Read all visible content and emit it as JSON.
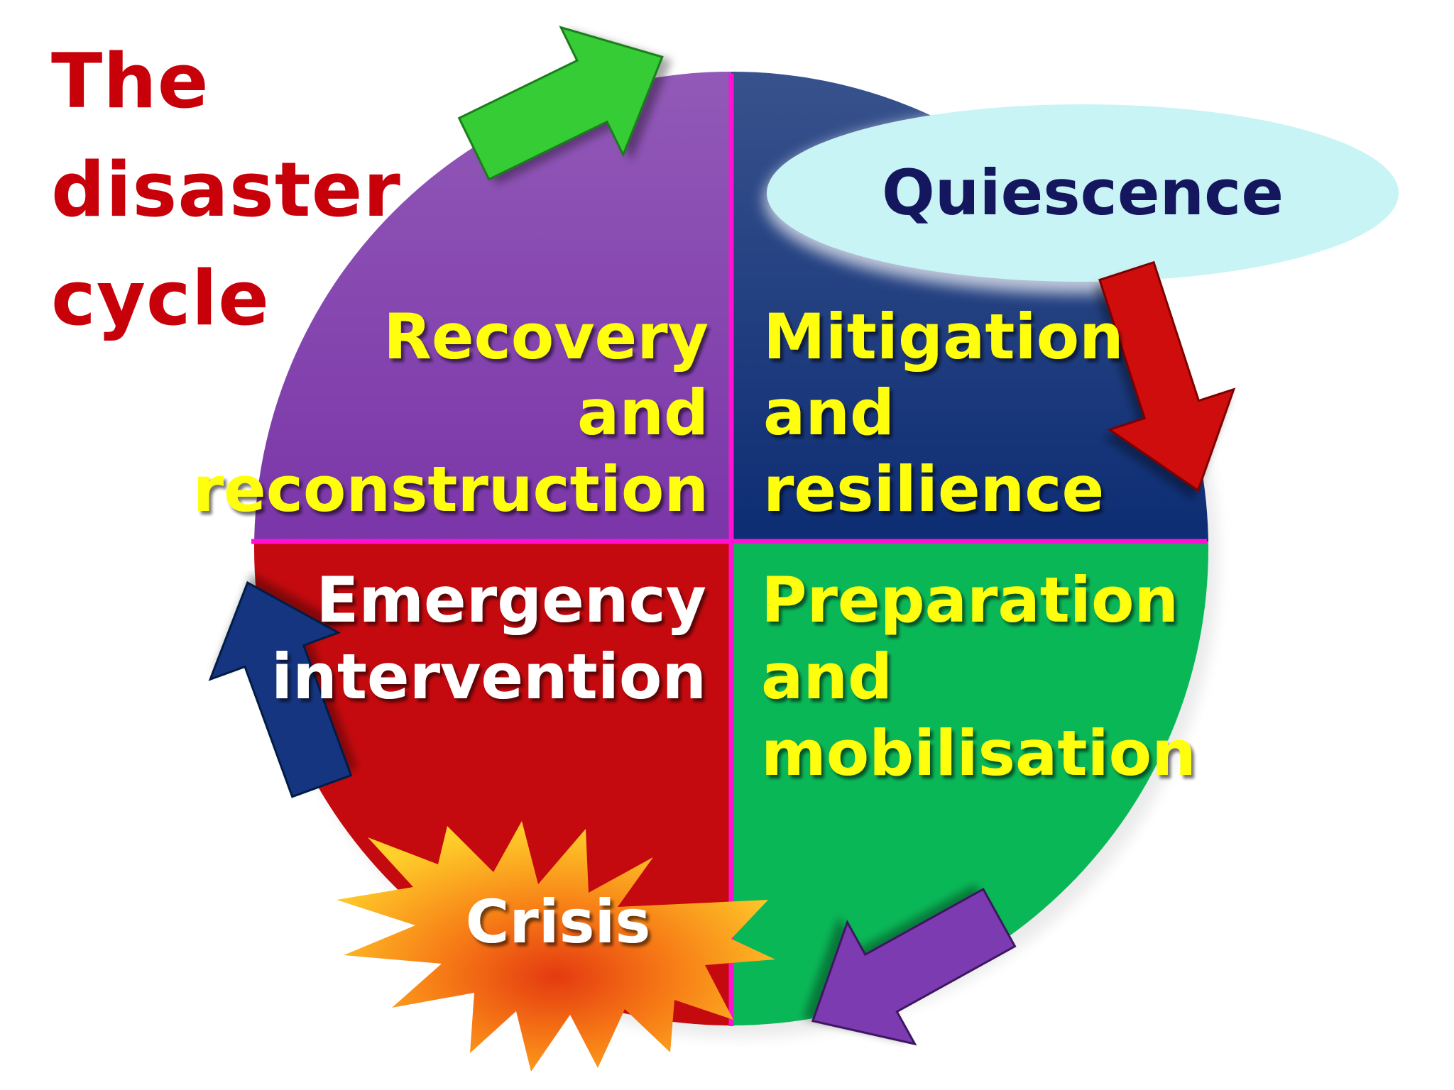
{
  "title": {
    "line1": "The",
    "line2": "disaster",
    "line3": "cycle"
  },
  "quadrants": {
    "recovery": {
      "line1": "Recovery",
      "line2": "and",
      "line3": "reconstruction"
    },
    "mitigation": {
      "line1": "Mitigation",
      "line2": "and",
      "line3": "resilience"
    },
    "emergency": {
      "line1": "Emergency",
      "line2": "intervention"
    },
    "preparation": {
      "line1": "Preparation",
      "line2": "and",
      "line3": "mobilisation"
    }
  },
  "quiescence": "Quiescence",
  "crisis": "Crisis",
  "colors": {
    "title": "#c8000a",
    "recovery": "#7a35a8",
    "mitigation": "#0c2c73",
    "emergency": "#c40a0e",
    "preparation": "#0ab757",
    "dividers": "#ff10d2",
    "quadrant_label": "#ffff11",
    "emergency_label": "#ffffff",
    "quiescence_fill": "#c8f4f6",
    "quiescence_label": "#14175e",
    "crisis_label": "#ffffff",
    "arrow_top": "#34cc35",
    "arrow_right": "#d01010",
    "arrow_bottom": "#7b3ab0",
    "arrow_left": "#123580"
  },
  "icons": {
    "arrow_top": "arrow-right-icon",
    "arrow_right": "arrow-down-icon",
    "arrow_bottom": "arrow-left-icon",
    "arrow_left": "arrow-up-icon",
    "crisis": "starburst-icon"
  }
}
